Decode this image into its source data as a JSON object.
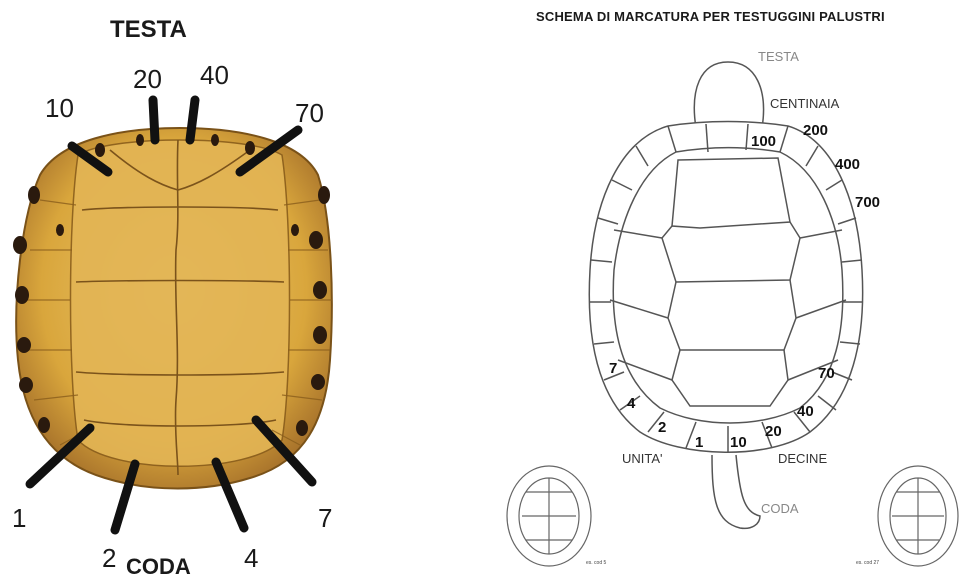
{
  "left": {
    "head_label": "TESTA",
    "tail_label": "CODA",
    "marks": [
      "10",
      "20",
      "40",
      "70",
      "1",
      "2",
      "4",
      "7"
    ]
  },
  "right": {
    "title": "SCHEMA DI MARCATURA PER TESTUGGINI PALUSTRI",
    "head_label": "TESTA",
    "tail_label": "CODA",
    "hundreds_label": "CENTINAIA",
    "units_label": "UNITA'",
    "tens_label": "DECINE",
    "hundreds": [
      "100",
      "200",
      "400",
      "700"
    ],
    "units": [
      "1",
      "2",
      "4",
      "7"
    ],
    "tens": [
      "10",
      "20",
      "40",
      "70"
    ],
    "example_left": "es. cod 5",
    "example_right": "es. cod 27"
  },
  "colors": {
    "shell_fill": "#d9a63c",
    "shell_light": "#e7bd5e",
    "shell_dark": "#9c6a22",
    "spot": "#2a1a0e",
    "line": "#444444"
  }
}
